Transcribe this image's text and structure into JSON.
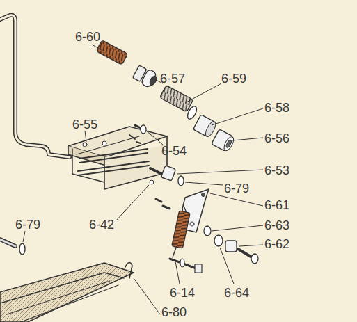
{
  "diagram": {
    "labels": [
      "6-60",
      "6-57",
      "6-59",
      "6-58",
      "6-55",
      "6-56",
      "6-54",
      "6-53",
      "6-79",
      "6-61",
      "6-79",
      "6-42",
      "6-63",
      "6-62",
      "6-14",
      "6-64",
      "6-80"
    ]
  }
}
